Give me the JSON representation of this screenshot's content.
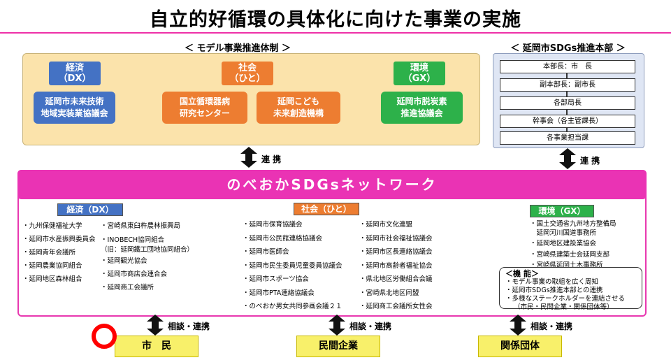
{
  "title": "自立的好循環の具体化に向けた事業の実施",
  "model": {
    "label": "＜ モデル事業推進体制 ＞",
    "economy": {
      "cat_line1": "経済",
      "cat_line2": "（DX）",
      "org_line1": "延岡市未来技術",
      "org_line2": "地域実装業協議会"
    },
    "society": {
      "cat_line1": "社会",
      "cat_line2": "（ひと）",
      "org1_line1": "国立循環器病",
      "org1_line2": "研究センター",
      "org2_line1": "延岡こども",
      "org2_line2": "未来創造機構"
    },
    "environment": {
      "cat_line1": "環境",
      "cat_line2": "（GX）",
      "org_line1": "延岡市脱炭素",
      "org_line2": "推進協議会"
    }
  },
  "hq": {
    "label": "＜ 延岡市SDGs推進本部 ＞",
    "items": [
      "本部長：市　長",
      "副本部長：副市長",
      "各部局長",
      "幹事会（各主管課長）",
      "各事業担当課"
    ]
  },
  "renkei_label": "連 携",
  "network": {
    "title": "のべおかSDGsネットワーク",
    "economy_label": "経済（DX）",
    "society_label": "社会（ひと）",
    "environment_label": "環境（GX）",
    "economy_col1": [
      "・九州保健福祉大学",
      "・延岡市水産振興委員会",
      "・延岡青年会議所",
      "・延岡農業協同組合",
      "・延岡地区森林組合"
    ],
    "economy_col2": [
      "・宮崎県東臼杵農林振興局",
      "・INOBECH協同組合",
      "（旧：延岡鐵工団地協同組合）",
      "・延岡観光協会",
      "・延岡市商店会連合会",
      "・延岡商工会議所"
    ],
    "society_col1": [
      "・延岡市保育協議会",
      "・延岡市公民館連絡協議会",
      "・延岡市医師会",
      "・延岡市民生委員児童委員協議会",
      "・延岡市スポーツ協会",
      "・延岡市PTA連絡協議会",
      "・のべおか男女共同参画会議２１"
    ],
    "society_col2": [
      "・延岡市文化連盟",
      "・延岡市社会福祉協議会",
      "・延岡市区長連絡協議会",
      "・延岡市高齢者福祉協会",
      "・県北地区労働組合会議",
      "・宮崎県北地区同盟",
      "・延岡商工会議所女性会"
    ],
    "environment_list": [
      "・国土交通省九州地方整備局",
      "　延岡河川国道事務所",
      "・延岡地区建設業協会",
      "・宮崎県建築士会延岡支部",
      "・宮崎県延岡土木事務所"
    ],
    "function": {
      "title": "＜機 能＞",
      "items": [
        "・モデル事業の取組を広く周知",
        "・延岡市SDGs推進本部との連携",
        "・多様なステークホルダーを連結させる",
        "（市民・民間企業・関係団体等）"
      ]
    }
  },
  "sodan_label": "相談・連携",
  "bottom": {
    "citizens": "市　民",
    "companies": "民間企業",
    "organizations": "関係団体"
  },
  "colors": {
    "pink": "#ea33b4",
    "blue": "#4472c4",
    "orange": "#ed7d31",
    "green": "#2db14a",
    "yellow": "#f8f06a",
    "cream": "#fbe3ab"
  }
}
